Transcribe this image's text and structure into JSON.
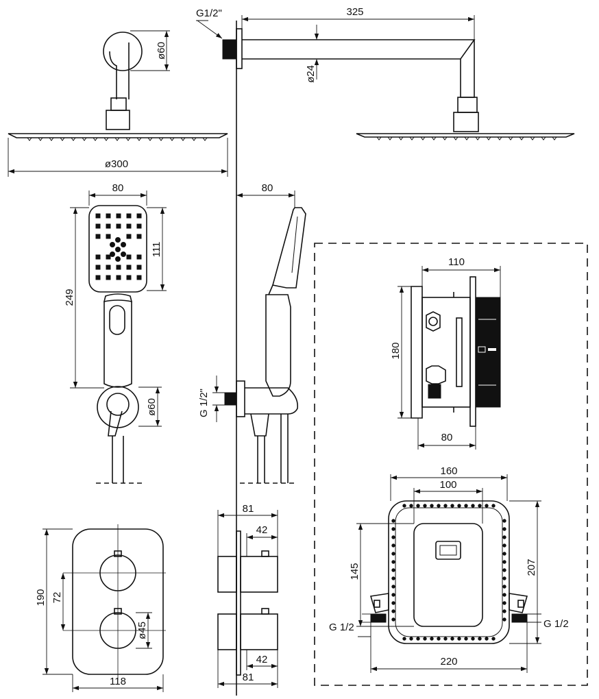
{
  "drawing": {
    "labels": {
      "d325": "325",
      "g12_top": "G1/2\"",
      "d60_arm": "ø60",
      "d24": "ø24",
      "d300": "ø300",
      "d80_hand": "80",
      "d80_side": "80",
      "d111": "111",
      "d249": "249",
      "d60_holder": "ø60",
      "g12_side": "G 1/2\"",
      "d110": "110",
      "d180": "180",
      "d80_box": "80",
      "d190": "190",
      "d72": "72",
      "d45": "ø45",
      "d118": "118",
      "d81_top": "81",
      "d42_top": "42",
      "d42_bot": "42",
      "d81_bot": "81",
      "d160": "160",
      "d100": "100",
      "d145": "145",
      "d207": "207",
      "g12_left": "G 1/2",
      "g12_right": "G 1/2",
      "d220": "220"
    }
  }
}
